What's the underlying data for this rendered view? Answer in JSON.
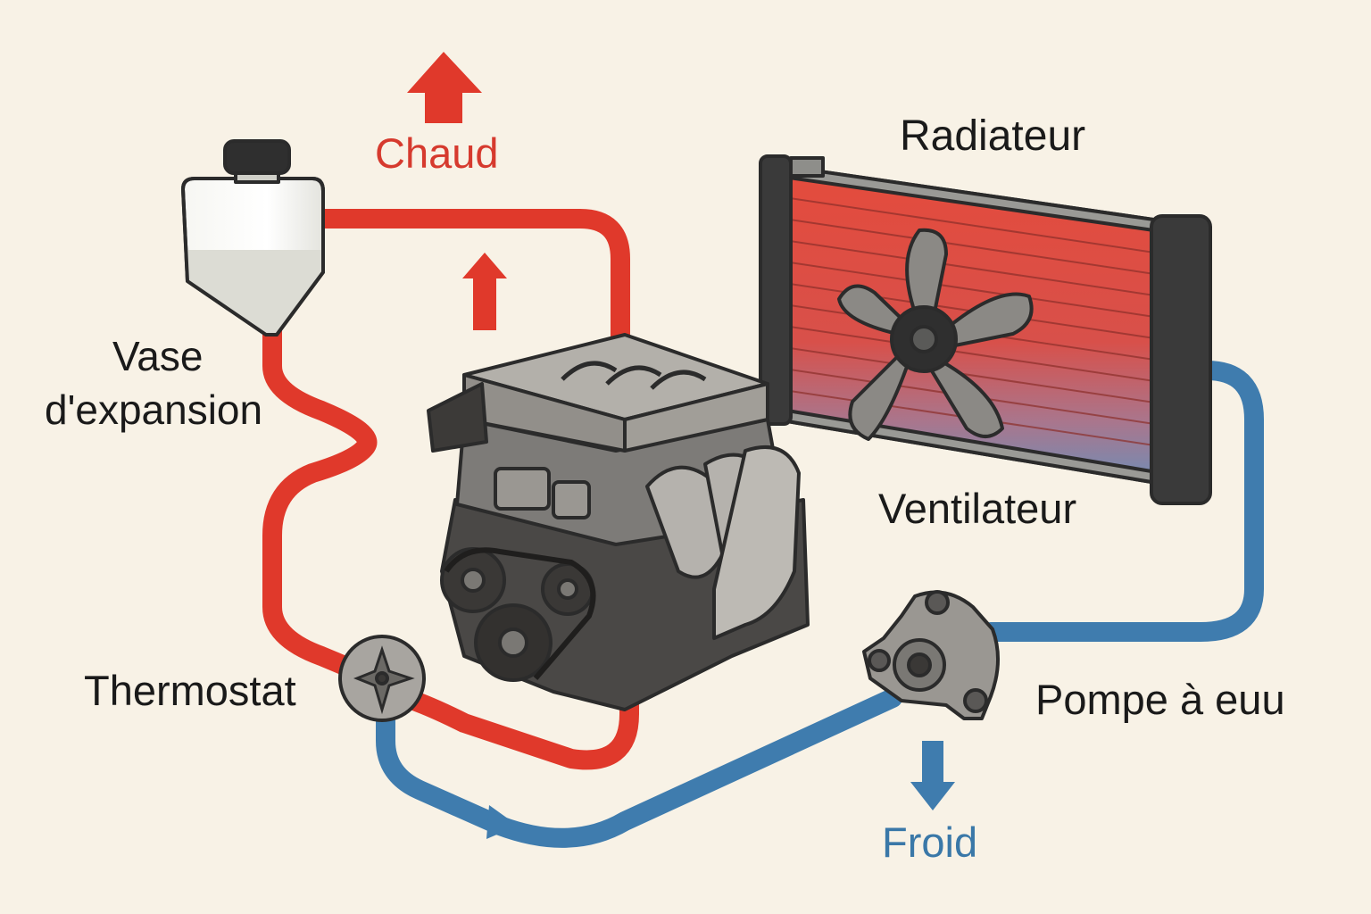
{
  "diagram": {
    "labels": {
      "hot": "Chaud",
      "cold": "Froid",
      "radiator": "Radiateur",
      "fan": "Ventilateur",
      "expansion_line1": "Vase",
      "expansion_line2": "d'expansion",
      "thermostat": "Thermostat",
      "water_pump": "Pompe à euu"
    },
    "colors": {
      "hot_pipe": "#e0392b",
      "cold_pipe": "#3f7cae",
      "background": "#f8f2e6",
      "outline": "#2b2b2b"
    },
    "icons": [
      "expansion-tank-icon",
      "engine-icon",
      "radiator-icon",
      "fan-icon",
      "thermostat-icon",
      "water-pump-icon"
    ]
  }
}
